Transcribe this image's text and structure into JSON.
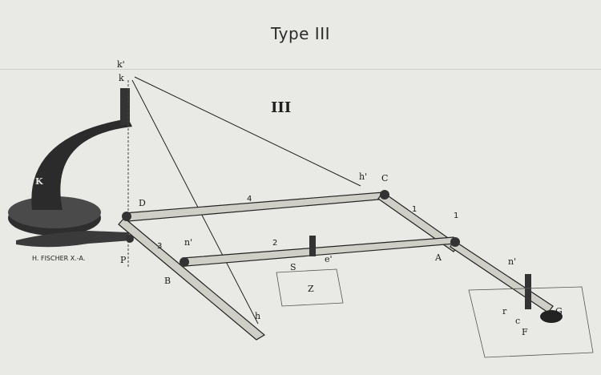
{
  "title": "Type III",
  "plate_numeral": "III",
  "maker": "H. FISCHER X.-A.",
  "labels": {
    "K_big": "K",
    "k_prime": "k'",
    "k": "k",
    "D": "D",
    "P": "P",
    "B": "B",
    "C": "C",
    "A": "A",
    "h_prime": "h'",
    "h": "h",
    "n_prime_left": "n'",
    "n_prime_right": "n'",
    "e_prime": "e'",
    "S": "S",
    "Z": "Z",
    "G": "G",
    "F": "F",
    "r": "r",
    "c": "c",
    "bar_1": "1",
    "bar_1b": "1",
    "bar_2": "2",
    "bar_3": "3",
    "bar_4": "4"
  },
  "colors": {
    "paper": "#e9e9e5",
    "ink": "#1c1c1c",
    "metal": "#3a3a3a"
  }
}
